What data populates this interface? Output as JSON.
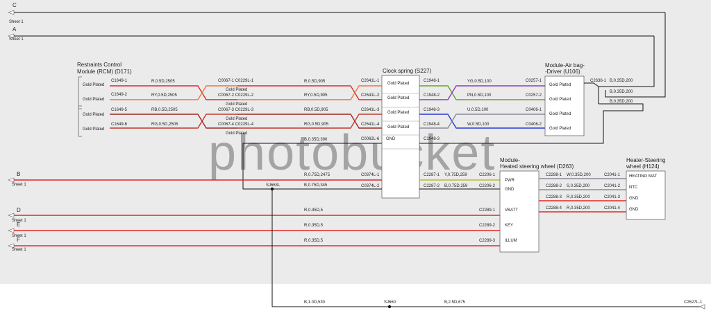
{
  "colors": {
    "background": "#ebebeb",
    "wire_red": "#e12828",
    "wire_dark_red": "#a0281e",
    "wire_orange": "#e8783c",
    "wire_green": "#6a9f2a",
    "wire_purple": "#8c3cb4",
    "wire_blue": "#2838d8",
    "wire_black": "#111111"
  },
  "sheet_refs": [
    {
      "letter": "C",
      "sheet": "Sheet 1"
    },
    {
      "letter": "A",
      "sheet": "Sheet 1"
    },
    {
      "letter": "B",
      "sheet": "Sheet 1"
    },
    {
      "letter": "D",
      "sheet": "Sheet 1"
    },
    {
      "letter": "E",
      "sheet": "Sheet 1"
    },
    {
      "letter": "F",
      "sheet": "Sheet 1"
    }
  ],
  "rcm": {
    "title_line1": "Restraints Control",
    "title_line2": "Module (RCM) (D171)",
    "gold_plated": [
      "Gold Plated",
      "Gold Plated",
      "Gold Plated",
      "Gold Plated"
    ],
    "pins": [
      "C1649-1",
      "C1649-2",
      "C1649-5",
      "C1649-6"
    ]
  },
  "rcm_wires": [
    "R,0.5D,2505",
    "RY,0.5D,2505",
    "RB,0.5D,2505",
    "RG,0.5D,2505"
  ],
  "c0067": {
    "pins": [
      "C0067-1 C0229L-1",
      "C0067-2 C0229L-2",
      "C0067-3 C0229L-3",
      "C0067-4 C0229L-4"
    ],
    "gold_plated": [
      "Gold Plated",
      "Gold Plated",
      "Gold Plated",
      "Gold Plated"
    ]
  },
  "mid_wires": [
    "R,0.5D,905",
    "RY,0.5D,905",
    "RB,0.5D,905",
    "RG,0.5D,905",
    "B,0.35D,390"
  ],
  "clock_spring": {
    "title": "Clock spring (S227)",
    "left_pins": [
      "C2641L-1",
      "C2641L-2",
      "C2641L-3",
      "C2641L-4",
      "C0062L-6"
    ],
    "right_pins": [
      "C1948-1",
      "C1948-2",
      "C1948-3",
      "C1948-4",
      "C1948-3"
    ],
    "inner_labels": [
      "Gold Plated",
      "Gold Plated",
      "Gold Plated",
      "Gold Plated",
      "GND"
    ],
    "lower_left_pins": [
      "C0374L-1",
      "C0374L-2"
    ],
    "lower_right_pins": [
      "C2287-1",
      "C2287-2"
    ]
  },
  "airbag_wires": [
    "YG,0.5D,100",
    "PN,0.5D,100",
    "U,0.5D,100",
    "W,0.5D,100"
  ],
  "airbag": {
    "title_line1": "Module-Air bag-",
    "title_line2": "-Driver (U106)",
    "pins": [
      "C0257-1",
      "C0257-2",
      "C0406-1",
      "C0406-2"
    ],
    "gold_plated": [
      "Gold Plated",
      "Gold Plated",
      "Gold Plated",
      "Gold Plated"
    ],
    "out_pin": "C2636-1",
    "out_wires": [
      "B,0.35D,200",
      "B,0.35D,200",
      "B,0.35D,200"
    ]
  },
  "splice_sj663l": "SJ663L",
  "b_wires": [
    "R,0.75D,2475",
    "B,0.75D,345"
  ],
  "steering_module": {
    "title_line1": "Module-",
    "title_line2": "Heated steering wheel (D263)",
    "pin_labels": [
      "PWR",
      "GND",
      "VBATT",
      "KEY",
      "ILLUM"
    ],
    "left_pins": [
      "C2206-1",
      "C2206-2",
      "C2289-1",
      "C2289-2",
      "C2289-3"
    ],
    "right_pins": [
      "C2288-1",
      "C2288-2",
      "C2288-3",
      "C2288-4"
    ]
  },
  "clock_to_module_wires": [
    "Y,0.75D,259",
    "B,0.75D,259"
  ],
  "def_wires": [
    "R,0.35D,5",
    "R,0.35D,5",
    "R,0.35D,5"
  ],
  "heater_wires": [
    "W,0.35D,200",
    "S,0.35D,200",
    "R,0.35D,200",
    "R,0.35D,200"
  ],
  "heater": {
    "title_line1": "Heater-Steering",
    "title_line2": "wheel (H124)",
    "left_pins": [
      "C2041-1",
      "C2041-2",
      "C2041-3",
      "C2041-4"
    ],
    "pin_labels": [
      "HEATING MAT",
      "NTC",
      "GND",
      "GND"
    ]
  },
  "bottom": {
    "wire_left": "B,1.0D,530",
    "splice": "SJ660",
    "wire_right": "B,2.5D,675",
    "ground": "C2627L-1"
  },
  "watermark": "photobucket"
}
